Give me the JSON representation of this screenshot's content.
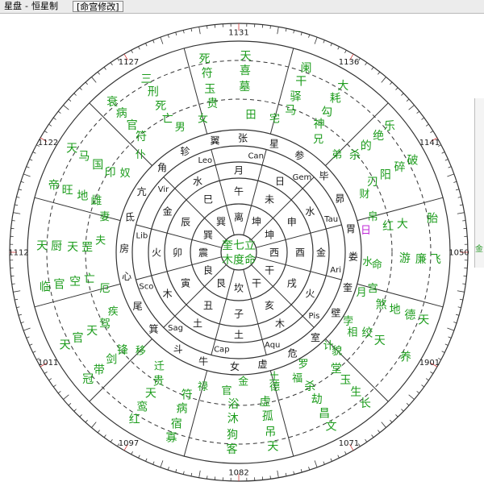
{
  "window": {
    "title": "星盘",
    "subtitle": "恒星制",
    "mode_button": "[命宫修改]"
  },
  "degree_labels": [
    "1131",
    "1136",
    "1141",
    "1050",
    "1901",
    "1071",
    "1082",
    "1097",
    "1011",
    "1112",
    "1122",
    "1127"
  ],
  "outer_groups": [
    [
      "死符",
      "天喜",
      "玉贵",
      "墓"
    ],
    [
      "阑干",
      "大耗",
      "驿马",
      "勾神"
    ],
    [
      "乐绝",
      "破碎",
      "的杀",
      "阳刃"
    ],
    [
      "胎",
      "飞廉",
      "大红",
      "游"
    ],
    [
      "天德",
      "养",
      "地煞",
      "天绞"
    ],
    [
      "长生",
      "文昌",
      "玉堂",
      "劫杀"
    ],
    [
      "天吊",
      "客狗",
      "孤虚",
      "沐浴"
    ],
    [
      "寡宿",
      "红鸾",
      "病符",
      "天贵"
    ],
    [
      "冠带",
      "天官",
      "剑锋",
      "天驾"
    ],
    [
      "临官",
      "天厨",
      "空亡",
      "天罡"
    ],
    [
      "帝旺",
      "天马",
      "地雌",
      "国印"
    ],
    [
      "衰病",
      "三刑",
      "官符",
      "死亡"
    ]
  ],
  "houses": [
    {
      "name": "兄弟",
      "const": "参",
      "sign": "Gem",
      "mansion": "毕"
    },
    {
      "name": "财帛",
      "const": "昴",
      "sign": "Tau",
      "mansion": "胃"
    },
    {
      "name": "命宫",
      "const": "娄",
      "sign": "Ari",
      "mansion": "奎"
    },
    {
      "name": "相貌",
      "const": "壁",
      "sign": "Pis",
      "mansion": "室"
    },
    {
      "name": "福德",
      "const": "危",
      "sign": "Aqu",
      "mansion": "虚"
    },
    {
      "name": "官禄",
      "const": "女",
      "sign": "Cap",
      "mansion": "牛"
    },
    {
      "name": "迁移",
      "const": "斗",
      "sign": "Sag",
      "mansion": "箕"
    },
    {
      "name": "疾厄",
      "const": "尾",
      "sign": "Sco",
      "mansion": "心"
    },
    {
      "name": "夫妻",
      "const": "房",
      "sign": "Lib",
      "mansion": "氐"
    },
    {
      "name": "奴仆",
      "const": "亢",
      "sign": "Vir",
      "mansion": "角"
    },
    {
      "name": "男女",
      "const": "轸",
      "sign": "Leo",
      "mansion": "翼"
    },
    {
      "name": "田宅",
      "const": "张",
      "sign": "Can",
      "mansion": "星"
    }
  ],
  "inner_branches": [
    {
      "star": "水",
      "branch": "申",
      "extra": "坤"
    },
    {
      "star": "金",
      "branch": "酉",
      "extra": "西"
    },
    {
      "star": "火",
      "branch": "戌",
      "extra": "干"
    },
    {
      "star": "木",
      "branch": "亥",
      "extra": "干"
    },
    {
      "star": "土",
      "branch": "子",
      "extra": "坎"
    },
    {
      "star": "土",
      "branch": "丑",
      "extra": "艮"
    },
    {
      "star": "木",
      "branch": "寅",
      "extra": "良"
    },
    {
      "star": "火",
      "branch": "卯",
      "extra": "震"
    },
    {
      "star": "金",
      "branch": "辰",
      "extra": "巽"
    },
    {
      "star": "水",
      "branch": "巳",
      "extra": "巽"
    },
    {
      "star": "月",
      "branch": "午",
      "extra": "离"
    },
    {
      "star": "日",
      "branch": "未",
      "extra": "坤"
    }
  ],
  "center": {
    "line1": "奎七立",
    "line2": "木度命"
  },
  "ring_planets": [
    "日",
    "水",
    "月",
    "孛",
    "计",
    "罗",
    "土",
    "金"
  ],
  "colors": {
    "ink": "#1a1a1a",
    "green": "#1c9c1c",
    "red": "#d43a3a",
    "magenta": "#c02ad8",
    "ring_line": "#333333"
  },
  "side_label": "金"
}
